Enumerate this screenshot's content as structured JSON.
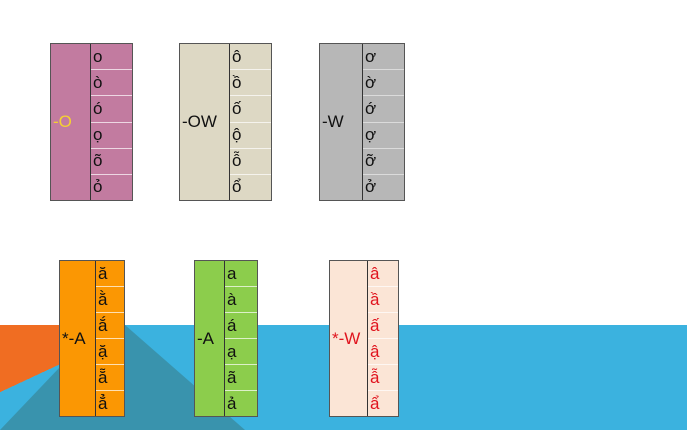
{
  "blocks": [
    {
      "label": "-O",
      "letters": [
        "o",
        "ò",
        "ó",
        "ọ",
        "õ",
        "ỏ"
      ],
      "color": "#c27ba0"
    },
    {
      "label": "-OW",
      "letters": [
        "ô",
        "ồ",
        "ố",
        "ộ",
        "ỗ",
        "ổ"
      ],
      "color": "#ddd8c4"
    },
    {
      "label": "-W",
      "letters": [
        "ơ",
        "ờ",
        "ớ",
        "ợ",
        "ỡ",
        "ở"
      ],
      "color": "#b7b7b7"
    },
    {
      "label": "*-A",
      "letters": [
        "ă",
        "ằ",
        "ắ",
        "ặ",
        "ẵ",
        "ẳ"
      ],
      "color": "#fb9703"
    },
    {
      "label": "-A",
      "letters": [
        "a",
        "à",
        "á",
        "ạ",
        "ã",
        "ả"
      ],
      "color": "#8ccd4c"
    },
    {
      "label": "*-W",
      "letters": [
        "â",
        "ầ",
        "ấ",
        "ậ",
        "ẫ",
        "ẩ"
      ],
      "color": "#fbe5d6"
    }
  ]
}
